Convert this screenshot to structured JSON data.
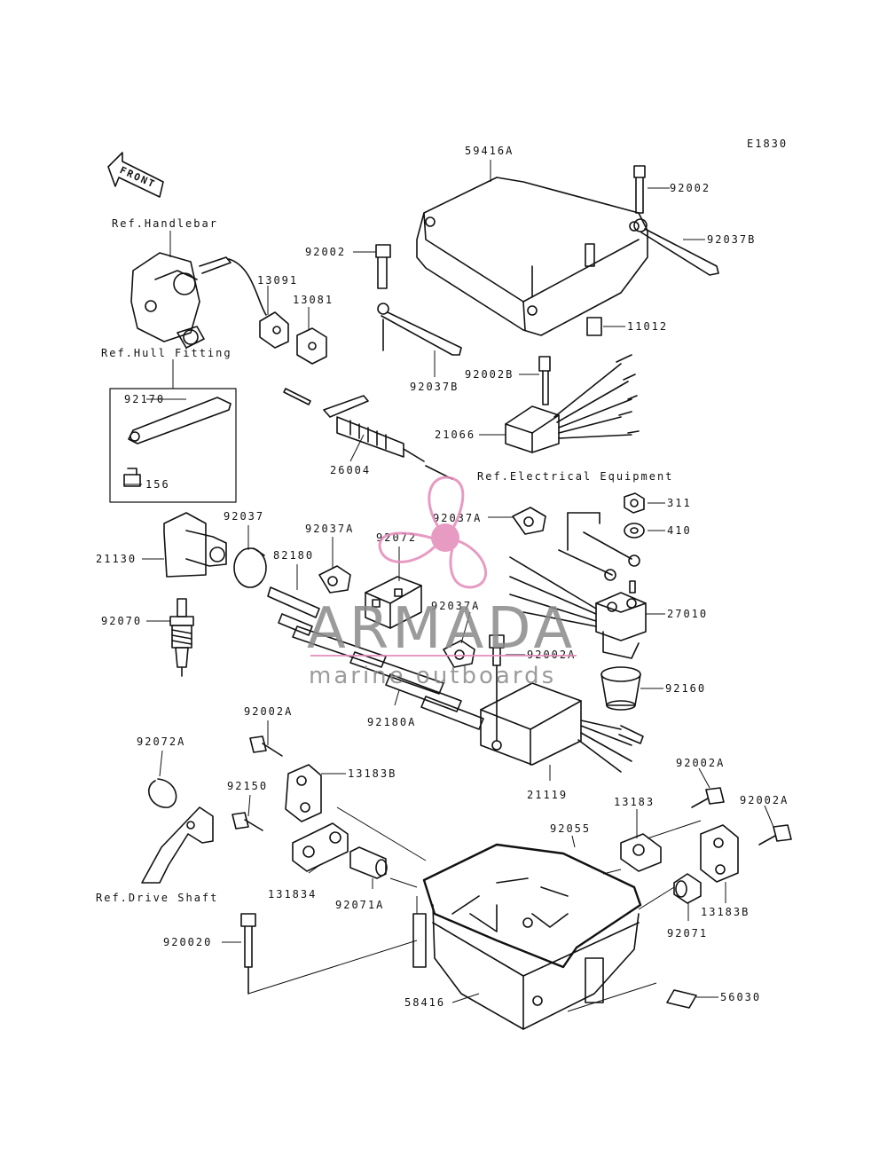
{
  "diagram_code": "E1830",
  "front_arrow_label": "FRONT",
  "refs": {
    "handlebar": "Ref.Handlebar",
    "hull_fitting": "Ref.Hull Fitting",
    "electrical_equipment": "Ref.Electrical Equipment",
    "drive_shaft": "Ref.Drive Shaft"
  },
  "parts": [
    "59416A",
    "92002",
    "92037B",
    "92002",
    "11012",
    "92037B",
    "92002B",
    "21066",
    "13091",
    "13081",
    "92170",
    "156",
    "26004",
    "21130",
    "92037",
    "92070",
    "82180",
    "92037A",
    "92072",
    "92037A",
    "92037A",
    "311",
    "410",
    "27010",
    "92002A",
    "92160",
    "92180A",
    "21119",
    "92002A",
    "92072A",
    "92150",
    "13183B",
    "13183",
    "92002A",
    "92002A",
    "92055",
    "131834",
    "92071A",
    "13183B",
    "92071",
    "920020",
    "58416",
    "56030"
  ],
  "watermark": {
    "brand": "ARMADA",
    "tagline": "marine outboards",
    "color": "#e48ab8"
  }
}
